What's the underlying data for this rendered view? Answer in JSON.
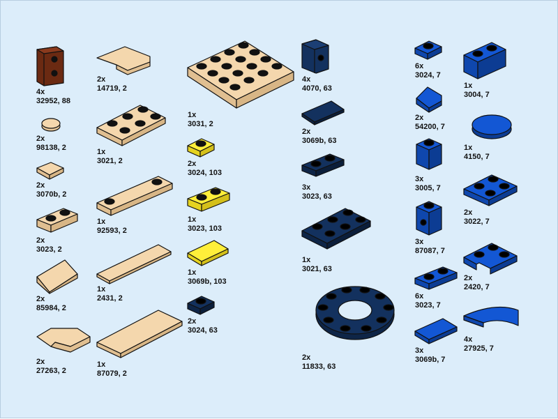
{
  "colors": {
    "background": "#dcedfa",
    "tan": "#f4d7ad",
    "reddish_brown": "#6b2a12",
    "yellow": "#ffef3a",
    "dark_blue": "#13315e",
    "blue": "#1357d4",
    "outline": "#111111"
  },
  "parts": [
    {
      "qty": "4x",
      "id": "32952, 88",
      "color": "reddish-brown"
    },
    {
      "qty": "2x",
      "id": "98138, 2",
      "color": "tan"
    },
    {
      "qty": "2x",
      "id": "3070b, 2",
      "color": "tan"
    },
    {
      "qty": "2x",
      "id": "3023, 2",
      "color": "tan"
    },
    {
      "qty": "2x",
      "id": "85984, 2",
      "color": "tan"
    },
    {
      "qty": "2x",
      "id": "27263, 2",
      "color": "tan"
    },
    {
      "qty": "2x",
      "id": "14719, 2",
      "color": "tan"
    },
    {
      "qty": "1x",
      "id": "3021, 2",
      "color": "tan"
    },
    {
      "qty": "1x",
      "id": "92593, 2",
      "color": "tan"
    },
    {
      "qty": "1x",
      "id": "2431, 2",
      "color": "tan"
    },
    {
      "qty": "1x",
      "id": "87079, 2",
      "color": "tan"
    },
    {
      "qty": "1x",
      "id": "3031, 2",
      "color": "tan"
    },
    {
      "qty": "2x",
      "id": "3024, 103",
      "color": "yellow"
    },
    {
      "qty": "1x",
      "id": "3023, 103",
      "color": "yellow"
    },
    {
      "qty": "1x",
      "id": "3069b, 103",
      "color": "yellow"
    },
    {
      "qty": "2x",
      "id": "3024, 63",
      "color": "dark-blue"
    },
    {
      "qty": "4x",
      "id": "4070, 63",
      "color": "dark-blue"
    },
    {
      "qty": "2x",
      "id": "3069b, 63",
      "color": "dark-blue"
    },
    {
      "qty": "3x",
      "id": "3023, 63",
      "color": "dark-blue"
    },
    {
      "qty": "1x",
      "id": "3021, 63",
      "color": "dark-blue"
    },
    {
      "qty": "2x",
      "id": "11833, 63",
      "color": "dark-blue"
    },
    {
      "qty": "6x",
      "id": "3024, 7",
      "color": "blue"
    },
    {
      "qty": "2x",
      "id": "54200, 7",
      "color": "blue"
    },
    {
      "qty": "3x",
      "id": "3005, 7",
      "color": "blue"
    },
    {
      "qty": "3x",
      "id": "87087, 7",
      "color": "blue"
    },
    {
      "qty": "6x",
      "id": "3023, 7",
      "color": "blue"
    },
    {
      "qty": "3x",
      "id": "3069b, 7",
      "color": "blue"
    },
    {
      "qty": "1x",
      "id": "3004, 7",
      "color": "blue"
    },
    {
      "qty": "1x",
      "id": "4150, 7",
      "color": "blue"
    },
    {
      "qty": "2x",
      "id": "3022, 7",
      "color": "blue"
    },
    {
      "qty": "2x",
      "id": "2420, 7",
      "color": "blue"
    },
    {
      "qty": "4x",
      "id": "27925, 7",
      "color": "blue"
    }
  ]
}
